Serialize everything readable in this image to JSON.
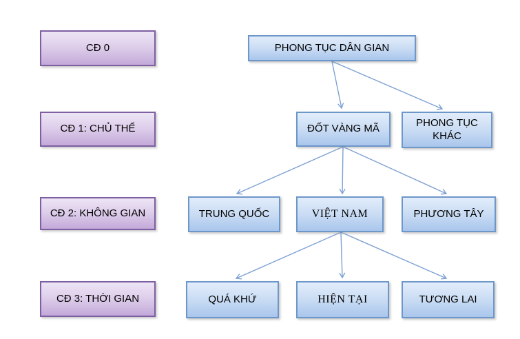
{
  "diagram": {
    "type": "tree",
    "title": "PHONG TỤC DÂN GIAN mind map",
    "category_labels": [
      {
        "id": "cd-0",
        "label": "CĐ 0"
      },
      {
        "id": "cd-1",
        "label": "CĐ 1: CHỦ THỂ"
      },
      {
        "id": "cd-2",
        "label": "CĐ 2: KHÔNG GIAN"
      },
      {
        "id": "cd-3",
        "label": "CĐ 3: THỜI GIAN"
      }
    ],
    "nodes": [
      {
        "id": "phong-tuc-dan-gian",
        "label": "PHONG TỤC DÂN GIAN",
        "level": 0
      },
      {
        "id": "dot-vang-ma",
        "label": "ĐỐT VÀNG MÃ",
        "level": 1
      },
      {
        "id": "phong-tuc-khac",
        "label": "PHONG TỤC KHÁC",
        "level": 1
      },
      {
        "id": "trung-quoc",
        "label": "TRUNG QUỐC",
        "level": 2
      },
      {
        "id": "viet-nam",
        "label": "VIỆT NAM",
        "level": 2
      },
      {
        "id": "phuong-tay",
        "label": "PHƯƠNG TÂY",
        "level": 2
      },
      {
        "id": "qua-khu",
        "label": "QUÁ KHỨ",
        "level": 3
      },
      {
        "id": "hien-tai",
        "label": "HIỆN TẠI",
        "level": 3
      },
      {
        "id": "tuong-lai",
        "label": "TƯƠNG LAI",
        "level": 3
      }
    ],
    "edges": [
      {
        "from": "phong-tuc-dan-gian",
        "to": "dot-vang-ma"
      },
      {
        "from": "phong-tuc-dan-gian",
        "to": "phong-tuc-khac"
      },
      {
        "from": "dot-vang-ma",
        "to": "trung-quoc"
      },
      {
        "from": "dot-vang-ma",
        "to": "viet-nam"
      },
      {
        "from": "dot-vang-ma",
        "to": "phuong-tay"
      },
      {
        "from": "viet-nam",
        "to": "qua-khu"
      },
      {
        "from": "viet-nam",
        "to": "hien-tai"
      },
      {
        "from": "viet-nam",
        "to": "tuong-lai"
      }
    ],
    "colors": {
      "node_fill_top": "#e2edfb",
      "node_fill_bottom": "#a9c6ec",
      "node_border": "#6d96c9",
      "category_fill_top": "#ede5f5",
      "category_fill_bottom": "#c3a9d9",
      "category_border": "#7d5fa2",
      "connector": "#7da1d4",
      "text": "#000000",
      "background": "#ffffff"
    }
  }
}
